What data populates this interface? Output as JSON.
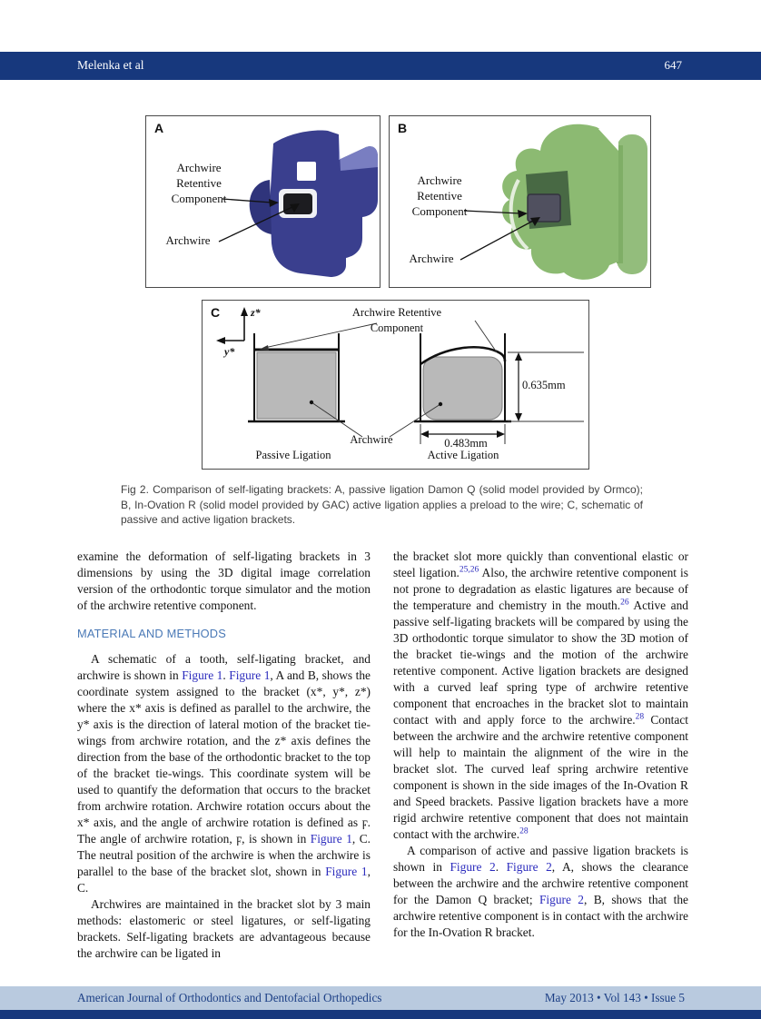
{
  "header": {
    "authors": "Melenka et al",
    "page_number": "647"
  },
  "figure2": {
    "panelA": {
      "label": "A",
      "callout_retentive": "Archwire\nRetentive\nComponent",
      "callout_archwire": "Archwire"
    },
    "panelB": {
      "label": "B",
      "callout_retentive": "Archwire\nRetentive\nComponent",
      "callout_archwire": "Archwire"
    },
    "panelC": {
      "label": "C",
      "axis_z": "z*",
      "axis_y": "y*",
      "callout_retentive": "Archwire Retentive\nComponent",
      "callout_archwire": "Archwire",
      "dim_height": "0.635mm",
      "dim_width": "0.483mm",
      "left_caption": "Passive Ligation",
      "right_caption": "Active Ligation"
    },
    "caption": "Fig 2. Comparison of self-ligating brackets: A, passive ligation Damon Q (solid model provided by Ormco); B, In-Ovation R (solid model provided by GAC) active ligation applies a preload to the wire; C, schematic of passive and active ligation brackets."
  },
  "body": {
    "left": {
      "para1": [
        {
          "t": "examine the deformation of self-ligating brackets in 3 dimensions by using the 3D digital image correlation version of the orthodontic torque simulator and the motion of the archwire retentive component."
        }
      ],
      "heading": "MATERIAL AND METHODS",
      "para2": [
        {
          "t": "A schematic of a tooth, self-ligating bracket, and archwire is shown in "
        },
        {
          "t": "Figure 1",
          "s": "link"
        },
        {
          "t": ". "
        },
        {
          "t": "Figure 1",
          "s": "link"
        },
        {
          "t": ", A and B, shows the coordinate system assigned to the bracket (x*, y*, z*) where the x* axis is defined as parallel to the archwire, the y* axis is the direction of lateral motion of the bracket tie-wings from archwire rotation, and the z* axis defines the direction from the base of the orthodontic bracket to the top of the bracket tie-wings. This coordinate system will be used to quantify the deformation that occurs to the bracket from archwire rotation. Archwire rotation occurs about the x* axis, and the angle of archwire rotation is defined as ϝ. The angle of archwire rotation, ϝ, is shown in "
        },
        {
          "t": "Figure 1",
          "s": "link"
        },
        {
          "t": ", C. The neutral position of the archwire is when the archwire is parallel to the base of the bracket slot, shown in "
        },
        {
          "t": "Figure 1",
          "s": "link"
        },
        {
          "t": ", C."
        }
      ],
      "para3": [
        {
          "t": "Archwires are maintained in the bracket slot by 3 main methods: elastomeric or steel ligatures, or self-ligating brackets. Self-ligating brackets are advantageous because the archwire can be ligated in"
        }
      ]
    },
    "right": {
      "para1": [
        {
          "t": "the bracket slot more quickly than conventional elastic or steel ligation."
        },
        {
          "t": "25,26",
          "s": "sup"
        },
        {
          "t": " Also, the archwire retentive component is not prone to degradation as elastic ligatures are because of the temperature and chemistry in the mouth."
        },
        {
          "t": "26",
          "s": "sup"
        },
        {
          "t": " Active and passive self-ligating brackets will be compared by using the 3D orthodontic torque simulator to show the 3D motion of the bracket tie-wings and the motion of the archwire retentive component. Active ligation brackets are designed with a curved leaf spring type of archwire retentive component that encroaches in the bracket slot to maintain contact with and apply force to the archwire."
        },
        {
          "t": "28",
          "s": "sup"
        },
        {
          "t": " Contact between the archwire and the archwire retentive component will help to maintain the alignment of the wire in the bracket slot. The curved leaf spring archwire retentive component is shown in the side images of the In-Ovation R and Speed brackets. Passive ligation brackets have a more rigid archwire retentive component that does not maintain contact with the archwire."
        },
        {
          "t": "28",
          "s": "sup"
        }
      ],
      "para2": [
        {
          "t": "A comparison of active and passive ligation brackets is shown in "
        },
        {
          "t": "Figure 2",
          "s": "link"
        },
        {
          "t": ". "
        },
        {
          "t": "Figure 2",
          "s": "link"
        },
        {
          "t": ", A, shows the clearance between the archwire and the archwire retentive component for the Damon Q bracket; "
        },
        {
          "t": "Figure 2",
          "s": "link"
        },
        {
          "t": ", B, shows that the archwire retentive component is in contact with the archwire for the In-Ovation R bracket."
        }
      ]
    }
  },
  "footer": {
    "journal": "American Journal of Orthodontics and Dentofacial Orthopedics",
    "issue": "May 2013 • Vol 143 • Issue 5"
  },
  "colors": {
    "header_navy": "#17387d",
    "footer_light_blue": "#b9cadf",
    "footer_text_navy": "#1d4086",
    "section_heading_blue": "#4a79b6",
    "link_blue": "#2b2bbd",
    "bracket_navy": "#3a3f8e",
    "bracket_green": "#8cba72",
    "archwire_gray": "#b9b9b9"
  }
}
